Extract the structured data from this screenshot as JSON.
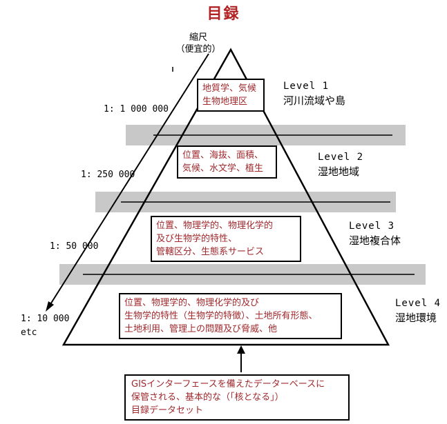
{
  "title": "目録",
  "scale_header": {
    "line1": "縮尺",
    "line2": "（便宜的）"
  },
  "scales": [
    "1: 1 000 000",
    "1: 250 000",
    "1: 50 000",
    "1: 10 000",
    "etc"
  ],
  "levels": [
    {
      "name": "Level 1",
      "subtitle": "河川流域や島",
      "box_lines": [
        "地質学、気候",
        "生物地理区"
      ]
    },
    {
      "name": "Level 2",
      "subtitle": "湿地地域",
      "box_lines": [
        "位置、海抜、面積、",
        "気候、水文学、植生"
      ]
    },
    {
      "name": "Level 3",
      "subtitle": "湿地複合体",
      "box_lines": [
        "位置、物理学的、物理化学的",
        "及び生物学的特性、",
        "管轄区分、生態系サービス"
      ]
    },
    {
      "name": "Level 4",
      "subtitle": "湿地環境",
      "box_lines": [
        "位置、物理学的、物理化学的及び",
        "生物学的特性（生物学的特徴）、土地所有形態、",
        "土地利用、管理上の問題及び脅威、他"
      ]
    }
  ],
  "core_box_lines": [
    "GISインターフェースを備えたデーターベースに",
    "保管される、基本的な（「核となる」）",
    "目録データセット"
  ],
  "colors": {
    "title": "#b22222",
    "box_text": "#a0282c",
    "band": "#c8c8c8"
  }
}
